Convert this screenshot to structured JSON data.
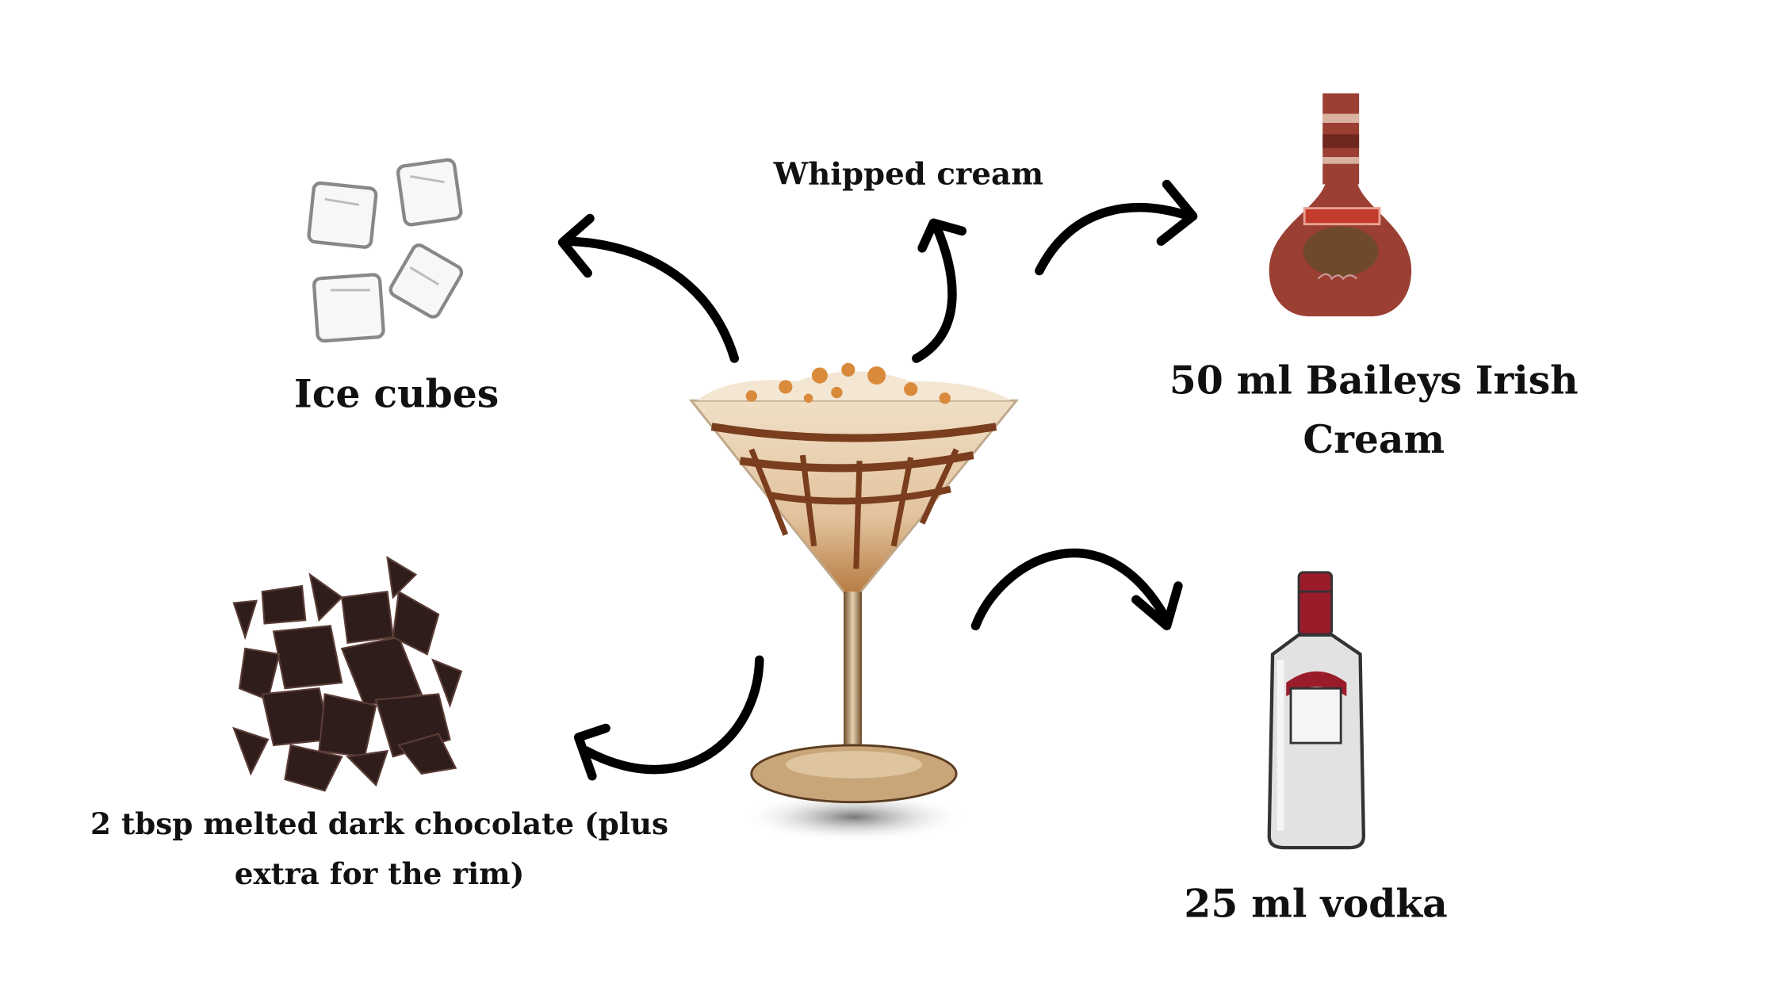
{
  "labels": {
    "whipped_cream": "Whipped cream",
    "ice_cubes": "Ice cubes",
    "baileys_line1": "50 ml Baileys Irish",
    "baileys_line2": "Cream",
    "chocolate_line1": "2 tbsp melted dark chocolate (plus",
    "chocolate_line2": "extra for the rim)",
    "vodka": "25 ml vodka"
  },
  "icons": [
    "ice-cubes-image",
    "whipped-cream",
    "baileys-bottle-icon",
    "vodka-bottle-icon",
    "dark-chocolate-image",
    "cocktail-glass-image",
    "curved-arrow-icon"
  ],
  "colors": {
    "text": "#111111",
    "baileys_bottle": "#9b3f33",
    "vodka_cap": "#9a1b2a",
    "chocolate": "#2e1d1a",
    "cocktail_cream": "#e8d2b4",
    "chocolate_drizzle": "#7a3e1e"
  }
}
